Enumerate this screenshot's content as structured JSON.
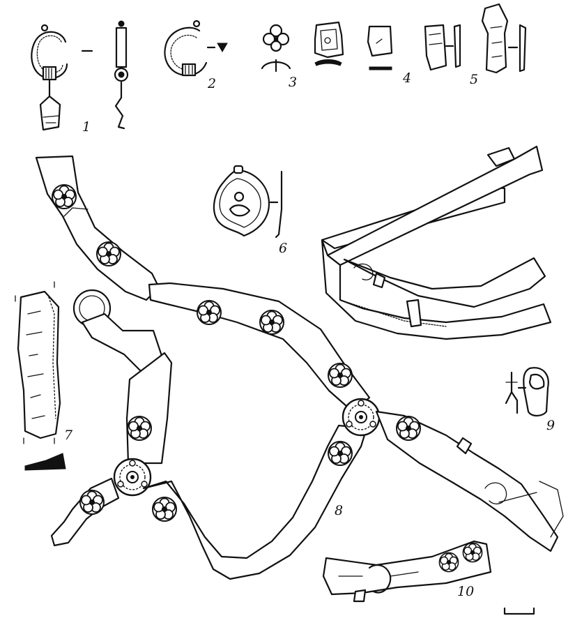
{
  "figure": {
    "labels": [
      "1",
      "2",
      "3",
      "4",
      "5",
      "6",
      "7",
      "8",
      "9",
      "10"
    ]
  },
  "items": [
    {
      "id": "1",
      "icon": "earring-with-pendant-icon"
    },
    {
      "id": "2",
      "icon": "ring-earring-icon"
    },
    {
      "id": "3",
      "icon": "trefoil-button-icon"
    },
    {
      "id": "4",
      "icon": "plaque-fragment-icon"
    },
    {
      "id": "5",
      "icon": "strap-tip-icon"
    },
    {
      "id": "6",
      "icon": "heart-pendant-icon"
    },
    {
      "id": "7",
      "icon": "blade-fragment-icon"
    },
    {
      "id": "8",
      "icon": "rosette-strap-harness-icon"
    },
    {
      "id": "9",
      "icon": "strap-buckle-icon"
    },
    {
      "id": "10",
      "icon": "strap-fragment-icon"
    }
  ],
  "scale_bar": {
    "icon": "scale-bar-icon"
  }
}
